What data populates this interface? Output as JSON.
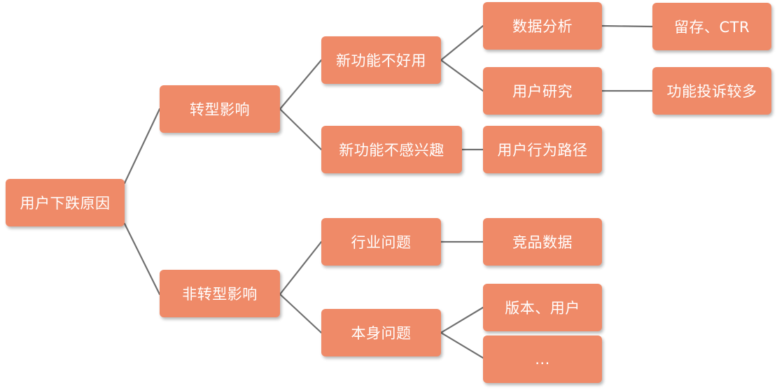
{
  "colors": {
    "node_fill": "#ef8a68",
    "node_text": "#ffffff",
    "connector": "#707070",
    "background": "#ffffff"
  },
  "tree": {
    "root": "用户下跌原因",
    "branch_transform": "转型影响",
    "branch_non_transform": "非转型影响",
    "new_feature_bad": "新功能不好用",
    "new_feature_uninterested": "新功能不感兴趣",
    "industry_issue": "行业问题",
    "own_issue": "本身问题",
    "data_analysis": "数据分析",
    "user_research": "用户研究",
    "user_path": "用户行为路径",
    "competitor_data": "竞品数据",
    "version_user": "版本、用户",
    "ellipsis": "...",
    "retention_ctr": "留存、CTR",
    "feature_complaints": "功能投诉较多"
  }
}
